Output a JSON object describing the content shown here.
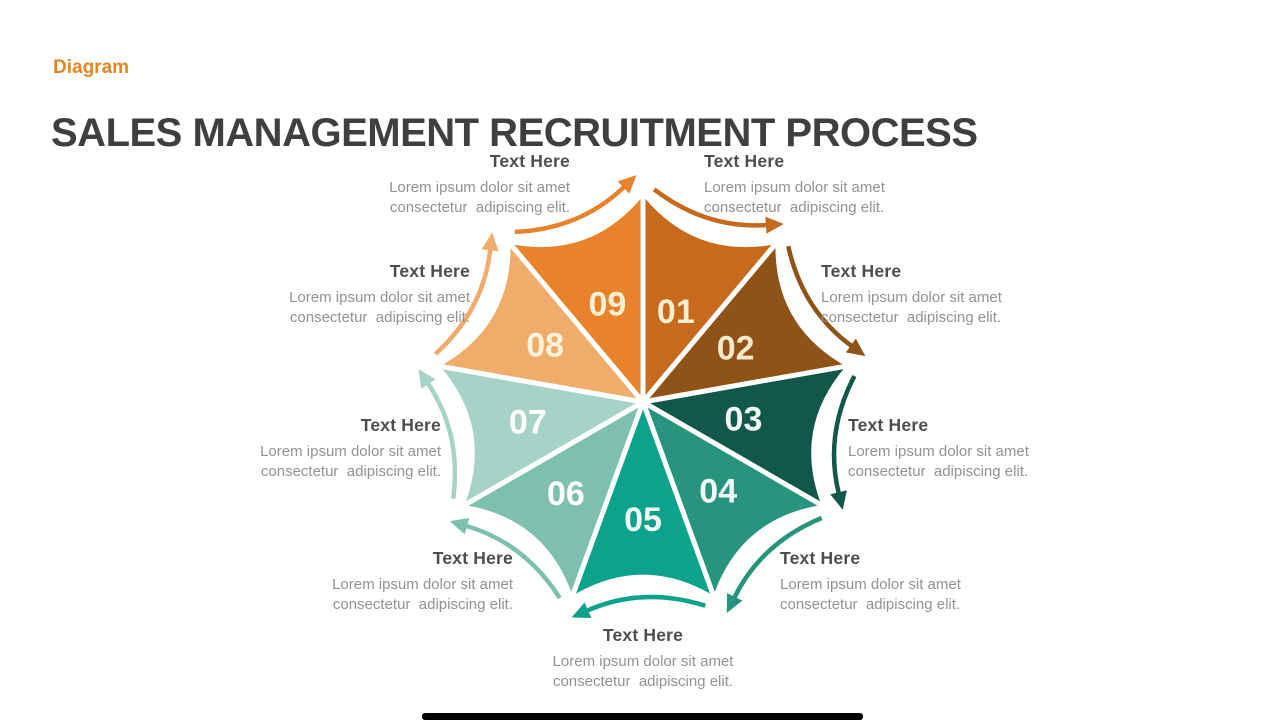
{
  "page": {
    "eyebrow": "Diagram",
    "title": "SALES MANAGEMENT RECRUITMENT PROCESS"
  },
  "colors": {
    "eyebrow": "#E8861F",
    "title": "#3F3F3F",
    "label_heading": "#4E4E4E",
    "label_body": "#929292"
  },
  "diagram": {
    "type": "9-step star cycle, clockwise arrows",
    "segments": [
      {
        "number": "01",
        "color": "#C76A1E",
        "number_color": "#F8EDD0"
      },
      {
        "number": "02",
        "color": "#8F5318",
        "number_color": "#F6E8C8"
      },
      {
        "number": "03",
        "color": "#11584A",
        "number_color": "#EFF7F2"
      },
      {
        "number": "04",
        "color": "#27957D",
        "number_color": "#F2FAF6"
      },
      {
        "number": "05",
        "color": "#0DA28B",
        "number_color": "#F2FAF6"
      },
      {
        "number": "06",
        "color": "#7EC0B0",
        "number_color": "#FFFFFF"
      },
      {
        "number": "07",
        "color": "#A7D2C8",
        "number_color": "#FFFFFF"
      },
      {
        "number": "08",
        "color": "#EFAC6A",
        "number_color": "#FBF3DC"
      },
      {
        "number": "09",
        "color": "#E8822B",
        "number_color": "#FAF0D0"
      }
    ],
    "labels": [
      {
        "heading": "Text Here",
        "line1": "Lorem ipsum dolor sit amet",
        "line2": "consectetur  adipiscing elit."
      },
      {
        "heading": "Text Here",
        "line1": "Lorem ipsum dolor sit amet",
        "line2": "consectetur  adipiscing elit."
      },
      {
        "heading": "Text Here",
        "line1": "Lorem ipsum dolor sit amet",
        "line2": "consectetur  adipiscing elit."
      },
      {
        "heading": "Text Here",
        "line1": "Lorem ipsum dolor sit amet",
        "line2": "consectetur  adipiscing elit."
      },
      {
        "heading": "Text Here",
        "line1": "Lorem ipsum dolor sit amet",
        "line2": "consectetur  adipiscing elit."
      },
      {
        "heading": "Text Here",
        "line1": "Lorem ipsum dolor sit amet",
        "line2": "consectetur  adipiscing elit."
      },
      {
        "heading": "Text Here",
        "line1": "Lorem ipsum dolor sit amet",
        "line2": "consectetur  adipiscing elit."
      },
      {
        "heading": "Text Here",
        "line1": "Lorem ipsum dolor sit amet",
        "line2": "consectetur  adipiscing elit."
      },
      {
        "heading": "Text Here",
        "line1": "Lorem ipsum dolor sit amet",
        "line2": "consectetur  adipiscing elit."
      }
    ]
  }
}
